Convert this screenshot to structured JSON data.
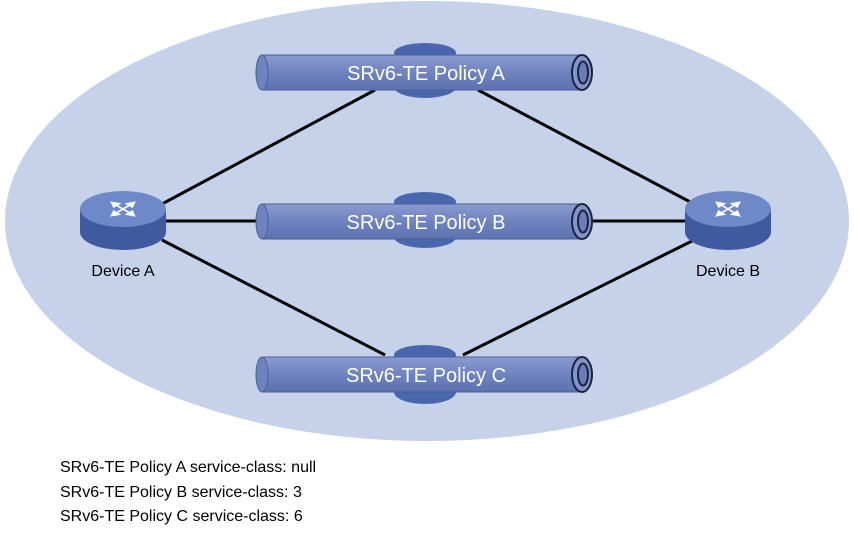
{
  "colors": {
    "network_area": "#c5d2e9",
    "link": "#000000",
    "tunnel_body": "#7387c0",
    "device_body": "#4a66ad",
    "device_top": "#6f89c8",
    "text": "#000000"
  },
  "devices": [
    {
      "id": "device-a",
      "label": "Device A",
      "icon": "switch-icon"
    },
    {
      "id": "device-b",
      "label": "Device B",
      "icon": "switch-icon"
    }
  ],
  "tunnels": [
    {
      "id": "policy-a",
      "label": "SRv6-TE Policy A"
    },
    {
      "id": "policy-b",
      "label": "SRv6-TE Policy B"
    },
    {
      "id": "policy-c",
      "label": "SRv6-TE Policy C"
    }
  ],
  "links": [
    {
      "from": "device-a",
      "to": "policy-a"
    },
    {
      "from": "policy-a",
      "to": "device-b"
    },
    {
      "from": "device-a",
      "to": "policy-b"
    },
    {
      "from": "policy-b",
      "to": "device-b"
    },
    {
      "from": "device-a",
      "to": "policy-c"
    },
    {
      "from": "policy-c",
      "to": "device-b"
    }
  ],
  "legend": [
    "SRv6-TE Policy A service-class: null",
    "SRv6-TE Policy B service-class: 3",
    "SRv6-TE Policy C service-class: 6"
  ]
}
